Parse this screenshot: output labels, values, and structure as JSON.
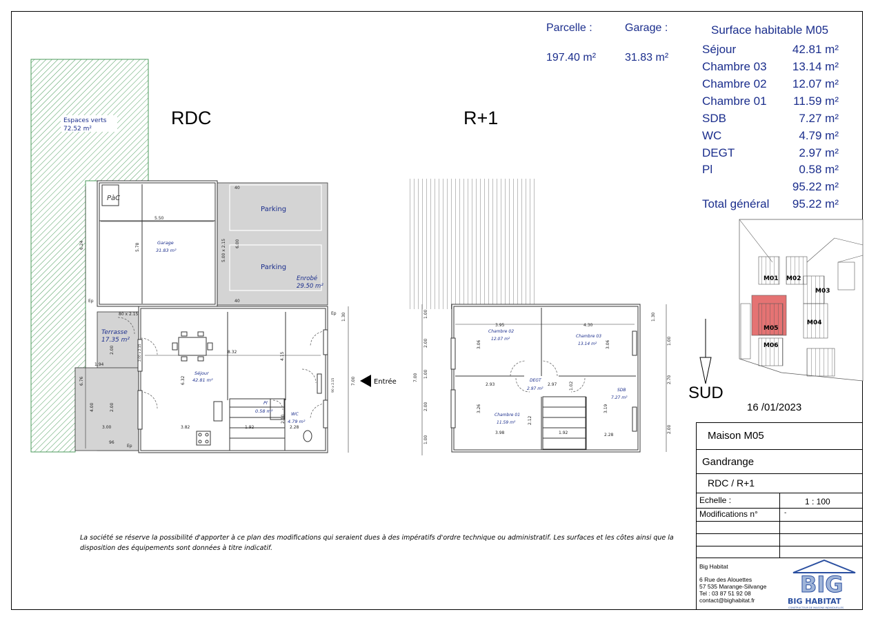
{
  "header": {
    "parcelle_label": "Parcelle :",
    "parcelle_value": "197.40 m²",
    "garage_label": "Garage :",
    "garage_value": "31.83 m²"
  },
  "surface": {
    "title": "Surface habitable M05",
    "rows": [
      {
        "name": "Séjour",
        "value": "42.81 m²"
      },
      {
        "name": "Chambre 03",
        "value": "13.14 m²"
      },
      {
        "name": "Chambre 02",
        "value": "12.07 m²"
      },
      {
        "name": "Chambre 01",
        "value": "11.59 m²"
      },
      {
        "name": "SDB",
        "value": "7.27 m²"
      },
      {
        "name": "WC",
        "value": "4.79 m²"
      },
      {
        "name": "DEGT",
        "value": "2.97 m²"
      },
      {
        "name": "Pl",
        "value": "0.58 m²"
      },
      {
        "name": "",
        "value": "95.22 m²"
      },
      {
        "name": "Total général",
        "value": "95.22 m²"
      }
    ]
  },
  "plans": {
    "rdc_title": "RDC",
    "r1_title": "R+1",
    "espaces_verts": "Espaces verts",
    "espaces_verts_area": "72.52 m²",
    "pac": "PàC",
    "parking": "Parking",
    "enrobe": "Enrobé",
    "enrobe_area": "29.50 m²",
    "garage": "Garage",
    "garage_area": "31.83 m²",
    "terrasse": "Terrasse",
    "terrasse_area": "17.35 m²",
    "sejour": "Séjour",
    "sejour_area": "42.81 m²",
    "pl": "Pl",
    "pl_area": "0.58 m²",
    "wc": "WC",
    "wc_area": "4.79 m²",
    "entree": "Entrée",
    "chambre02": "Chambre 02",
    "chambre02_area": "12.07 m²",
    "chambre03": "Chambre 03",
    "chambre03_area": "13.14 m²",
    "chambre01": "Chambre 01",
    "chambre01_area": "11.59 m²",
    "degt": "DEGT",
    "degt_area": "2.97 m²",
    "sdb": "SDB",
    "sdb_area": "7.27 m²",
    "dims_rdc": [
      "5.50",
      "5.78",
      "6.24",
      "8.32",
      "6.32",
      "4.15",
      "3.82",
      "1.92",
      "2.28",
      "1.94",
      "6.76",
      "4.00",
      "2.00",
      "2.00",
      "3.00",
      "96",
      "7.00",
      "1.30",
      "5.00 x 2.15",
      "6.00",
      "40",
      "40",
      "80 x 2.15",
      "2.00 x 2.15",
      "90 x 2.15",
      "2.10",
      "Ep",
      "Ep",
      "Ep"
    ],
    "dims_r1": [
      "3.95",
      "4.30",
      "3.06",
      "3.06",
      "2.93",
      "2.97",
      "1.02",
      "3.26",
      "3.19",
      "3.98",
      "2.12",
      "1.92",
      "2.28",
      "7.00",
      "2.70",
      "2.00",
      "1.00",
      "1.30",
      "1.00",
      "2.00",
      "1.00",
      "2.00",
      "1.00"
    ]
  },
  "orientation": {
    "label": "SUD",
    "date": "16 /01/2023",
    "lots": [
      "M01",
      "M02",
      "M03",
      "M04",
      "M05",
      "M06"
    ]
  },
  "disclaimer": "La société se réserve la possibilité d'apporter à ce plan des modifications qui seraient dues à des impératifs d'ordre technique ou administratif. Les surfaces et les côtes ainsi que la disposition des équipements sont données à titre indicatif.",
  "cartouche": {
    "project": "Maison M05",
    "city": "Gandrange",
    "levels": "RDC / R+1",
    "echelle_label": "Echelle :",
    "echelle_value": "1 : 100",
    "modif_label": "Modifications n°",
    "modif_value": "-",
    "company_name": "Big Habitat",
    "address1": "6 Rue des Alouettes",
    "address2": "57 535 Marange-Silvange",
    "tel": "Tel : 03 87 51 92 08",
    "email": "contact@bighabitat.fr",
    "logo_text": "BIG HABITAT",
    "logo_letters": "BIG",
    "logo_tagline": "CONSTRUCTEUR DE MAISONS INDIVIDUELLES"
  },
  "colors": {
    "accent_blue": "#1a2d8c",
    "grey_fill": "#d4d4d4",
    "lot_red": "#e57373"
  }
}
